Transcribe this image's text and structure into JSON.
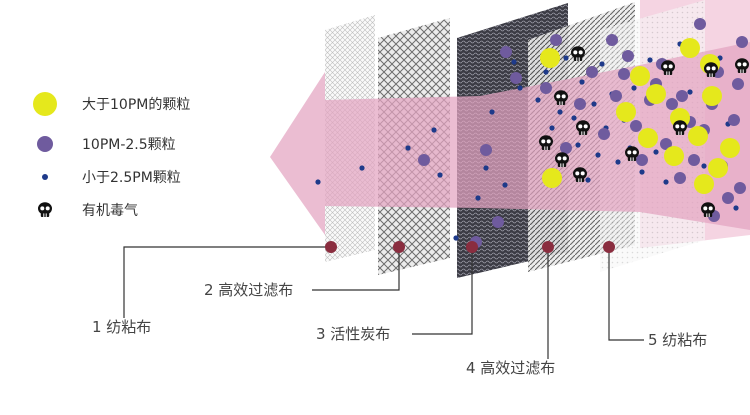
{
  "colors": {
    "arrow": "#e3a4c1",
    "large_particle": "#e5e81c",
    "medium_particle": "#6f5b9e",
    "small_particle": "#1e3a8a",
    "skull": "#111111",
    "marker": "#8a2d3f",
    "leader_line": "#333333"
  },
  "legend": [
    {
      "icon": "large-particle-dot",
      "label": "大于10PM的颗粒"
    },
    {
      "icon": "medium-particle-dot",
      "label": "10PM-2.5颗粒"
    },
    {
      "icon": "small-particle-dot",
      "label": "小于2.5PM颗粒"
    },
    {
      "icon": "skull-icon",
      "label": "有机毒气"
    }
  ],
  "layers": [
    {
      "label": "1 纺粘布"
    },
    {
      "label": "2 高效过滤布"
    },
    {
      "label": "3 活性炭布"
    },
    {
      "label": "4 高效过滤布"
    },
    {
      "label": "5 纺粘布"
    }
  ]
}
